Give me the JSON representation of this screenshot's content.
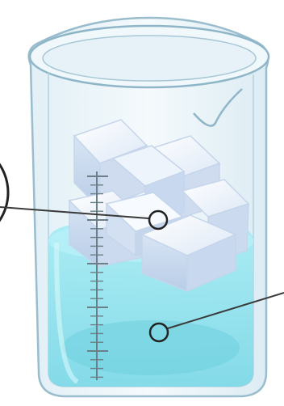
{
  "diagram": {
    "subject": "beaker-with-ice-and-water",
    "colors": {
      "background": "#ffffff",
      "glass_outline": "#8fb6c8",
      "glass_fill": "#eef6fa",
      "water": "#8fe3ef",
      "water_dark": "#67cfe0",
      "ice_light": "#f5f9ff",
      "ice_mid": "#dbe7f7",
      "ice_dark": "#b8cbe6",
      "scale": "#6b7f88",
      "callout": "#3a3a3a"
    },
    "labels": [
      {
        "id": "ice-callout",
        "target": "ice-cubes",
        "text": ""
      },
      {
        "id": "water-callout",
        "target": "water",
        "text": ""
      }
    ]
  }
}
